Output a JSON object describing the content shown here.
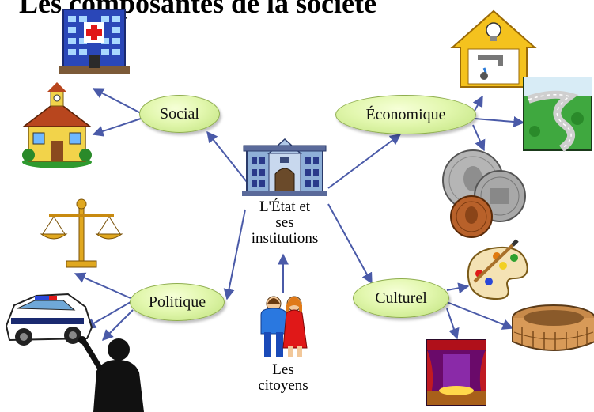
{
  "title": "Les composantes de la société",
  "center": {
    "line1": "L'État et",
    "line2": "ses",
    "line3": "institutions"
  },
  "nodes": {
    "social": "Social",
    "economique": "Économique",
    "politique": "Politique",
    "culturel": "Culturel"
  },
  "citizens": {
    "line1": "Les",
    "line2": "citoyens"
  },
  "colors": {
    "node_fill": "#e2f7ae",
    "arrow": "#4a5aa8"
  }
}
